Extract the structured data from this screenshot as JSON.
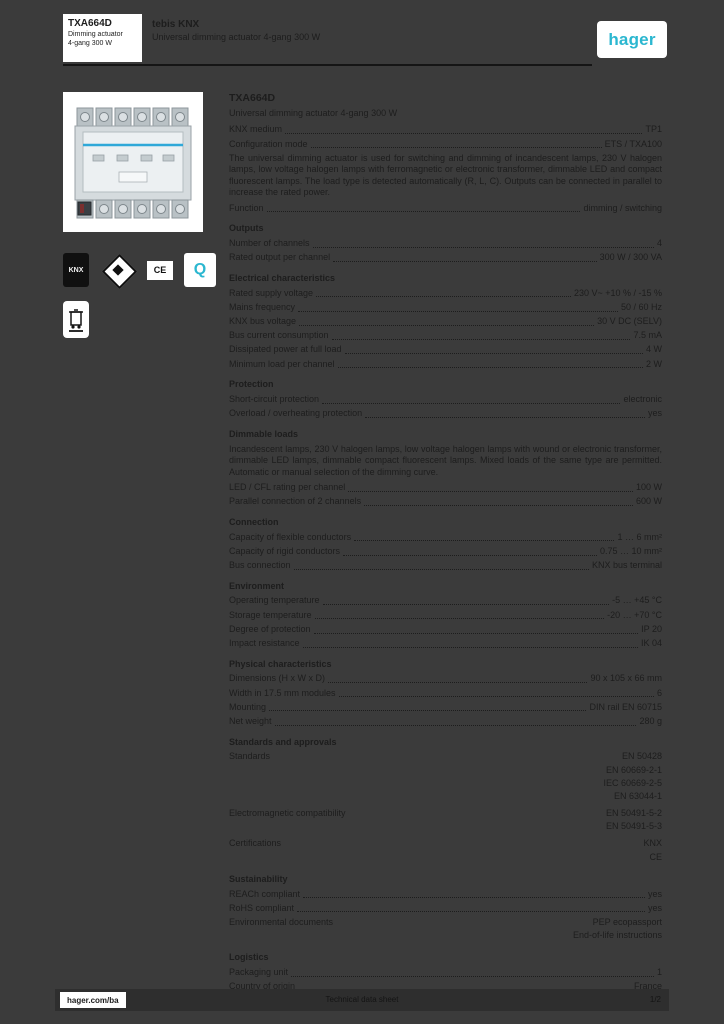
{
  "header": {
    "ref": "TXA664D",
    "ref_line2": "Dimming actuator",
    "ref_line3": "4-gang 300 W",
    "title_line1": "tebis KNX",
    "title_line2": "Universal dimming actuator 4-gang 300 W",
    "logo": "hager",
    "logo_color": "#2bb7d0"
  },
  "badges": {
    "knx": "KNX",
    "ce": "CE",
    "quality": "Q"
  },
  "specs": {
    "title": "TXA664D",
    "subtitle": "Universal dimming actuator 4-gang 300 W",
    "sections": [
      {
        "rows": [
          {
            "label": "KNX medium",
            "value": "TP1"
          },
          {
            "label": "Configuration mode",
            "value": "ETS / TXA100"
          },
          {
            "paragraph": "The universal dimming actuator is used for switching and dimming of incandescent lamps, 230 V halogen lamps, low voltage halogen lamps with ferromagnetic or electronic transformer, dimmable LED and compact fluorescent lamps. The load type is detected automatically (R, L, C). Outputs can be connected in parallel to increase the rated power."
          },
          {
            "label": "Function",
            "value": "dimming / switching"
          }
        ]
      },
      {
        "heading": "Outputs",
        "rows": [
          {
            "label": "Number of channels",
            "value": "4"
          },
          {
            "label": "Rated output per channel",
            "value": "300 W / 300 VA"
          }
        ]
      },
      {
        "heading": "Electrical characteristics",
        "rows": [
          {
            "label": "Rated supply voltage",
            "value": "230 V~ +10 % / -15 %"
          },
          {
            "label": "Mains frequency",
            "value": "50 / 60 Hz"
          },
          {
            "label": "KNX bus voltage",
            "value": "30 V DC (SELV)"
          },
          {
            "label": "Bus current consumption",
            "value": "7.5 mA"
          },
          {
            "label": "Dissipated power at full load",
            "value": "4 W"
          },
          {
            "label": "Minimum load per channel",
            "value": "2 W"
          }
        ]
      },
      {
        "heading": "Protection",
        "rows": [
          {
            "label": "Short-circuit protection",
            "value": "electronic"
          },
          {
            "label": "Overload / overheating protection",
            "value": "yes"
          }
        ]
      },
      {
        "heading": "Dimmable loads",
        "rows": [
          {
            "paragraph": "Incandescent lamps, 230 V halogen lamps, low voltage halogen lamps with wound or electronic transformer, dimmable LED lamps, dimmable compact fluorescent lamps. Mixed loads of the same type are permitted. Automatic or manual selection of the dimming curve."
          },
          {
            "label": "LED / CFL rating per channel",
            "value": "100 W"
          },
          {
            "label": "Parallel connection of 2 channels",
            "value": "600 W"
          }
        ]
      },
      {
        "heading": "Connection",
        "rows": [
          {
            "label": "Capacity of flexible conductors",
            "value": "1 … 6 mm²"
          },
          {
            "label": "Capacity of rigid conductors",
            "value": "0.75 … 10 mm²"
          },
          {
            "label": "Bus connection",
            "value": "KNX bus terminal"
          }
        ]
      },
      {
        "heading": "Environment",
        "rows": [
          {
            "label": "Operating temperature",
            "value": "-5 … +45 °C"
          },
          {
            "label": "Storage temperature",
            "value": "-20 … +70 °C"
          },
          {
            "label": "Degree of protection",
            "value": "IP 20"
          },
          {
            "label": "Impact resistance",
            "value": "IK 04"
          }
        ]
      },
      {
        "heading": "Physical characteristics",
        "rows": [
          {
            "label": "Dimensions (H x W x D)",
            "value": "90 x 105 x 66 mm"
          },
          {
            "label": "Width in 17.5 mm modules",
            "value": "6"
          },
          {
            "label": "Mounting",
            "value": "DIN rail EN 60715"
          },
          {
            "label": "Net weight",
            "value": "280 g"
          }
        ]
      },
      {
        "heading": "Standards and approvals",
        "rows": [
          {
            "label": "Standards",
            "values": [
              "EN 50428",
              "EN 60669-2-1",
              "IEC 60669-2-5",
              "EN 63044-1"
            ]
          },
          {
            "label": "Electromagnetic compatibility",
            "values": [
              "EN 50491-5-2",
              "EN 50491-5-3"
            ]
          },
          {
            "label": "Certifications",
            "values": [
              "KNX",
              "CE"
            ]
          }
        ]
      },
      {
        "heading": "Sustainability",
        "rows": [
          {
            "label": "REACh compliant",
            "value": "yes"
          },
          {
            "label": "RoHS compliant",
            "value": "yes"
          },
          {
            "label": "Environmental documents",
            "values": [
              "PEP ecopassport",
              "End-of-life instructions"
            ]
          }
        ]
      },
      {
        "heading": "Logistics",
        "rows": [
          {
            "label": "Packaging unit",
            "value": "1"
          },
          {
            "label": "Country of origin",
            "value": "France"
          }
        ]
      }
    ]
  },
  "footer": {
    "site": "hager.com/ba",
    "center": "Technical data sheet",
    "right": "1/2"
  }
}
